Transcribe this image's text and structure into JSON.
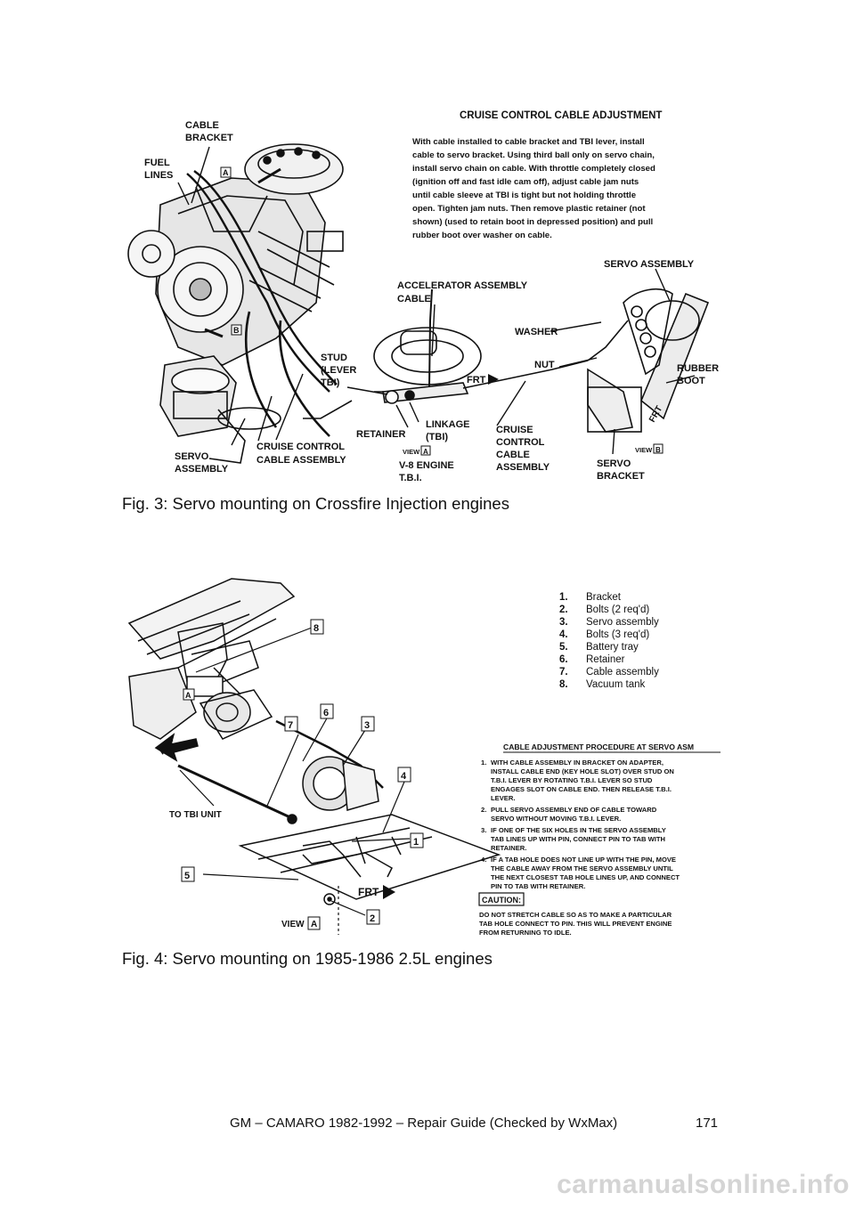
{
  "figure3": {
    "title": "CRUISE CONTROL CABLE ADJUSTMENT",
    "instructions": [
      "With cable installed to cable bracket and TBI lever, install",
      "cable to servo bracket. Using third ball only on servo chain,",
      "install servo chain on cable. With throttle completely closed",
      "(ignition off and fast idle cam off), adjust cable jam nuts",
      "until cable sleeve at TBI is tight but not holding throttle",
      "open. Tighten jam nuts. Then remove plastic retainer (not",
      "shown) (used to retain boot in depressed position) and pull",
      "rubber boot over washer on cable."
    ],
    "labels": {
      "cable_bracket_1": "CABLE",
      "cable_bracket_2": "BRACKET",
      "fuel_lines_1": "FUEL",
      "fuel_lines_2": "LINES",
      "servo_assembly_top": "SERVO ASSEMBLY",
      "accelerator_1": "ACCELERATOR ASSEMBLY",
      "accelerator_2": "CABLE",
      "washer": "WASHER",
      "nut": "NUT",
      "rubber_1": "RUBBER",
      "rubber_2": "BOOT",
      "stud_1": "STUD",
      "stud_2": "(LEVER",
      "stud_3": "TBI)",
      "frt": "FRT",
      "frt_right": "FRT",
      "retainer": "RETAINER",
      "linkage_1": "LINKAGE",
      "linkage_2": "(TBI)",
      "cruise_1": "CRUISE",
      "cruise_2": "CONTROL",
      "cruise_3": "CABLE",
      "cruise_4": "ASSEMBLY",
      "servo_left_1": "SERVO",
      "servo_left_2": "ASSEMBLY",
      "cc_cable_1": "CRUISE CONTROL",
      "cc_cable_2": "CABLE  ASSEMBLY",
      "view_word": "VIEW",
      "view_a": "A",
      "view_b": "B",
      "v8_1": "V-8 ENGINE",
      "v8_2": "T.B.I.",
      "servo_bracket_1": "SERVO",
      "servo_bracket_2": "BRACKET",
      "callout_a": "A",
      "callout_b": "B"
    },
    "caption": "Fig. 3: Servo mounting on Crossfire Injection engines"
  },
  "figure4": {
    "legend": [
      {
        "num": "1.",
        "text": "Bracket"
      },
      {
        "num": "2.",
        "text": "Bolts (2 req'd)"
      },
      {
        "num": "3.",
        "text": "Servo assembly"
      },
      {
        "num": "4.",
        "text": "Bolts (3 req'd)"
      },
      {
        "num": "5.",
        "text": "Battery tray"
      },
      {
        "num": "6.",
        "text": "Retainer"
      },
      {
        "num": "7.",
        "text": "Cable assembly"
      },
      {
        "num": "8.",
        "text": "Vacuum tank"
      }
    ],
    "procedure_title": "CABLE ADJUSTMENT PROCEDURE AT SERVO ASM",
    "steps": [
      {
        "num": "1.",
        "lines": [
          "WITH CABLE ASSEMBLY IN BRACKET ON ADAPTER,",
          "INSTALL CABLE END (KEY HOLE SLOT) OVER STUD ON",
          "T.B.I. LEVER BY ROTATING T.B.I. LEVER SO STUD",
          "ENGAGES SLOT ON CABLE END. THEN RELEASE T.B.I.",
          "LEVER."
        ]
      },
      {
        "num": "2.",
        "lines": [
          "PULL SERVO ASSEMBLY END OF CABLE TOWARD",
          "SERVO WITHOUT MOVING T.B.I. LEVER."
        ]
      },
      {
        "num": "3.",
        "lines": [
          "IF ONE OF THE SIX HOLES IN THE SERVO ASSEMBLY",
          "TAB LINES UP WITH PIN, CONNECT PIN TO TAB WITH",
          "RETAINER."
        ]
      },
      {
        "num": "4.",
        "lines": [
          "IF A TAB HOLE DOES NOT LINE UP WITH THE PIN, MOVE",
          "THE CABLE AWAY FROM THE SERVO ASSEMBLY UNTIL",
          "THE NEXT CLOSEST TAB HOLE LINES UP, AND CONNECT",
          "PIN TO TAB WITH RETAINER."
        ]
      }
    ],
    "caution_label": "CAUTION:",
    "caution_lines": [
      "DO NOT STRETCH CABLE SO AS TO MAKE A PARTICULAR",
      "TAB HOLE CONNECT TO PIN. THIS WILL PREVENT ENGINE",
      "FROM RETURNING TO IDLE."
    ],
    "labels": {
      "to_tbi": "TO TBI UNIT",
      "frt_left": "FRT",
      "frt_right": "FRT",
      "view_word": "VIEW",
      "view_a": "A",
      "callout_a": "A",
      "n1": "1",
      "n2": "2",
      "n3": "3",
      "n4": "4",
      "n5": "5",
      "n6": "6",
      "n7": "7",
      "n8": "8"
    },
    "caption": "Fig. 4: Servo mounting on 1985-1986 2.5L engines"
  },
  "footer": {
    "title": "GM – CAMARO 1982-1992 – Repair Guide (Checked by WxMax)",
    "page": "171"
  },
  "watermark": "carmanualsonline.info"
}
